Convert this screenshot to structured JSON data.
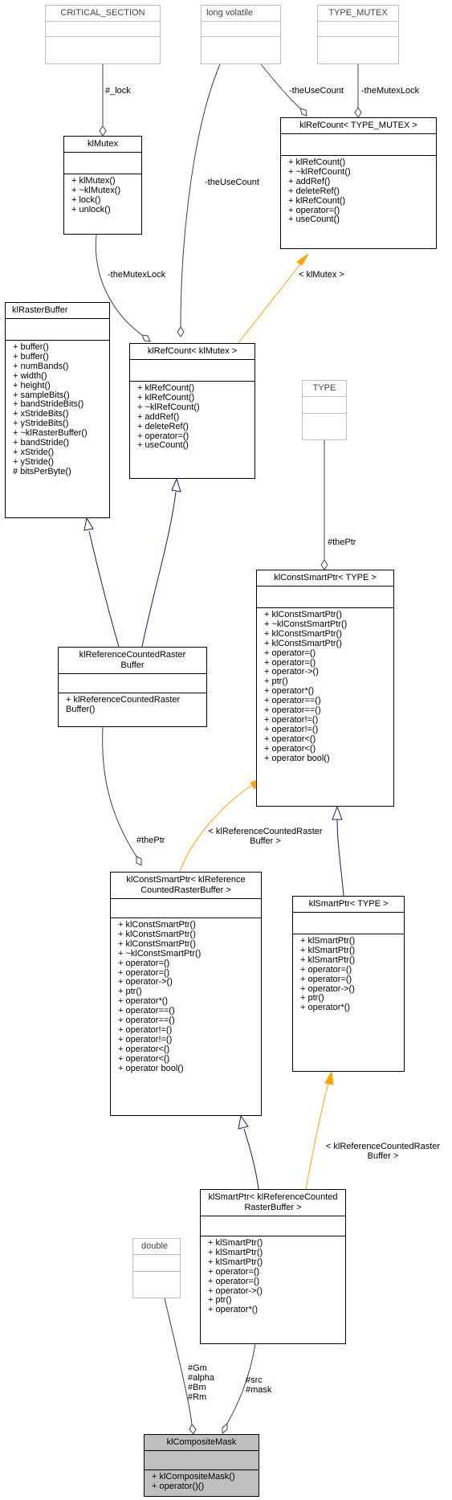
{
  "classes": {
    "critical_section": {
      "name": "CRITICAL_SECTION",
      "ops": []
    },
    "long_volatile": {
      "name": "long volatile",
      "ops": []
    },
    "type_mutex": {
      "name": "TYPE_MUTEX",
      "ops": []
    },
    "klmutex": {
      "name": "klMutex",
      "ops": [
        "+ klMutex()",
        "+ ~klMutex()",
        "+ lock()",
        "+ unlock()"
      ]
    },
    "klrefcount_type_mutex": {
      "name": "klRefCount< TYPE_MUTEX >",
      "ops": [
        "+ klRefCount()",
        "+ ~klRefCount()",
        "+ addRef()",
        "+ deleteRef()",
        "+ klRefCount()",
        "+ operator=()",
        "+ useCount()"
      ]
    },
    "klrasterbuffer": {
      "name": "klRasterBuffer",
      "ops": [
        "+ buffer()",
        "+ buffer()",
        "+ numBands()",
        "+ width()",
        "+ height()",
        "+ sampleBits()",
        "+ bandStrideBits()",
        "+ xStrideBits()",
        "+ yStrideBits()",
        "+ ~klRasterBuffer()",
        "+ bandStride()",
        "+ xStride()",
        "+ yStride()",
        "# bitsPerByte()"
      ]
    },
    "klrefcount_klmutex": {
      "name": "klRefCount< klMutex >",
      "ops": [
        "+ klRefCount()",
        "+ klRefCount()",
        "+ ~klRefCount()",
        "+ addRef()",
        "+ deleteRef()",
        "+ operator=()",
        "+ useCount()"
      ]
    },
    "type": {
      "name": "TYPE",
      "ops": []
    },
    "klconstsmartptr_type": {
      "name": "klConstSmartPtr< TYPE >",
      "ops": [
        "+ klConstSmartPtr()",
        "+ ~klConstSmartPtr()",
        "+ klConstSmartPtr()",
        "+ klConstSmartPtr()",
        "+ operator=()",
        "+ operator=()",
        "+ operator->()",
        "+ ptr()",
        "+ operator*()",
        "+ operator==()",
        "+ operator==()",
        "+ operator!=()",
        "+ operator!=()",
        "+ operator<()",
        "+ operator<()",
        "+ operator bool()"
      ]
    },
    "klrefcountedrasterbuffer": {
      "name_lines": [
        "klReferenceCountedRaster",
        "Buffer"
      ],
      "ops": [
        "+ klReferenceCountedRaster",
        "Buffer()"
      ]
    },
    "klconstsmartptr_rcrb": {
      "name_lines": [
        "klConstSmartPtr< klReference",
        "CountedRasterBuffer >"
      ],
      "ops": [
        "+ klConstSmartPtr()",
        "+ klConstSmartPtr()",
        "+ klConstSmartPtr()",
        "+ ~klConstSmartPtr()",
        "+ operator=()",
        "+ operator=()",
        "+ operator->()",
        "+ ptr()",
        "+ operator*()",
        "+ operator==()",
        "+ operator==()",
        "+ operator!=()",
        "+ operator!=()",
        "+ operator<()",
        "+ operator<()",
        "+ operator bool()"
      ]
    },
    "klsmartptr_type": {
      "name": "klSmartPtr< TYPE >",
      "ops": [
        "+ klSmartPtr()",
        "+ klSmartPtr()",
        "+ klSmartPtr()",
        "+ operator=()",
        "+ operator=()",
        "+ operator->()",
        "+ ptr()",
        "+ operator*()"
      ]
    },
    "double": {
      "name": "double",
      "ops": []
    },
    "klsmartptr_rcrb": {
      "name_lines": [
        "klSmartPtr< klReferenceCounted",
        "RasterBuffer >"
      ],
      "ops": [
        "+ klSmartPtr()",
        "+ klSmartPtr()",
        "+ klSmartPtr()",
        "+ operator=()",
        "+ operator=()",
        "+ operator->()",
        "+ ptr()",
        "+ operator*()"
      ]
    },
    "klcompositemask": {
      "name": "klCompositeMask",
      "ops": [
        "+ klCompositeMask()",
        "+ operator()()"
      ]
    }
  },
  "edge_labels": {
    "lock": [
      "#_lock"
    ],
    "the_use_count_right": [
      "-theUseCount"
    ],
    "the_mutex_lock_right": [
      "-theMutexLock"
    ],
    "the_use_count_left": [
      "-theUseCount"
    ],
    "the_mutex_lock_left": [
      "-theMutexLock"
    ],
    "template_klmutex": [
      "< klMutex >"
    ],
    "the_ptr_type": [
      "#thePtr"
    ],
    "the_ptr_rcrb": [
      "#thePtr"
    ],
    "template_rcrb_const": [
      "< klReferenceCountedRaster",
      "Buffer >"
    ],
    "template_rcrb_smart": [
      "< klReferenceCountedRaster",
      "Buffer >"
    ],
    "double_members": [
      "#Gm",
      "#alpha",
      "#Bm",
      "#Rm"
    ],
    "src_mask": [
      "#src",
      "#mask"
    ]
  },
  "colors": {
    "line": "#404040",
    "inheritance": "#191970",
    "template": "#ffa500",
    "ghost_border": "#bfbfbf",
    "focus_fill": "#bfbfbf"
  }
}
